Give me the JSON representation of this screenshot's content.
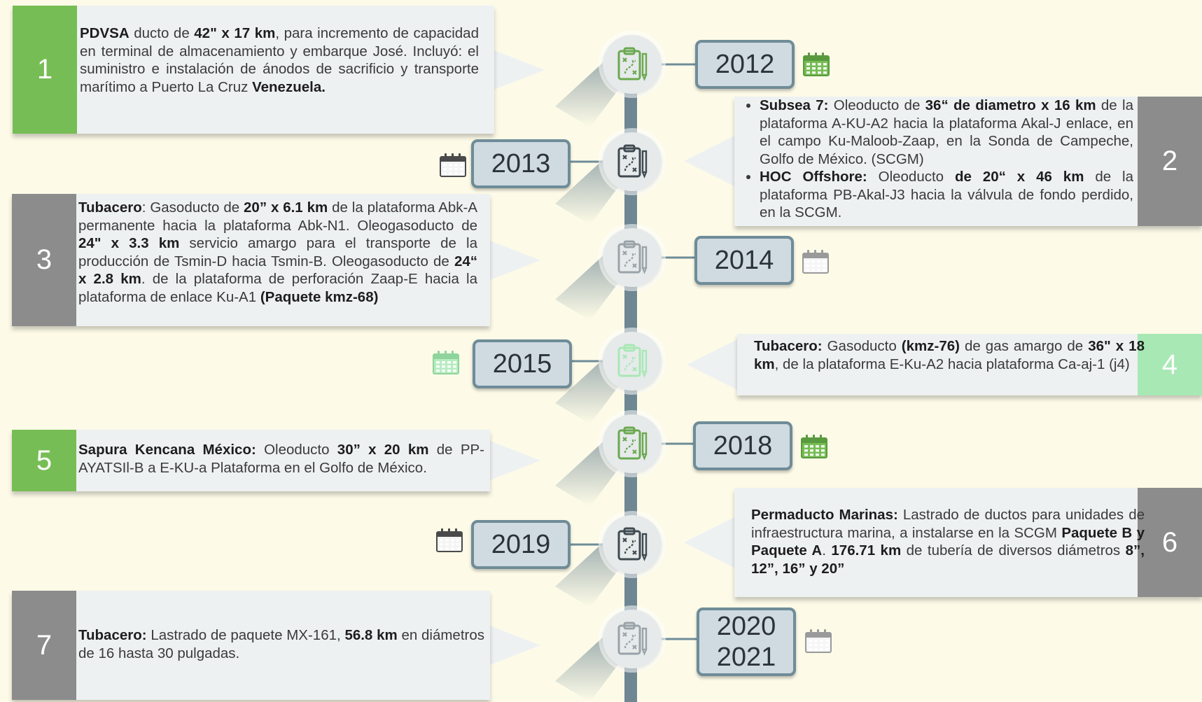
{
  "colors": {
    "green": "#77bd55",
    "grey": "#8c8c8c",
    "light_green": "#a8e8b4",
    "year_border": "#6f8c98",
    "year_fill": "#cfdbe1",
    "card": "#eef1f2",
    "spine": "#6e8792"
  },
  "icons": {
    "node": "clipboard-plan-pencil-icon",
    "date": "calendar-icon"
  },
  "entries": [
    {
      "number": "1",
      "year": "2012",
      "parts": [
        {
          "b": "PDVSA"
        },
        {
          "t": " ducto de "
        },
        {
          "b": "42\" x 17 km"
        },
        {
          "t": ", para incremento de capacidad en terminal de almacenamiento y embarque José. Incluyó: el suministro e instalación de ánodos de sacrificio y transporte marítimo a Puerto La Cruz "
        },
        {
          "b": "Venezuela."
        }
      ]
    },
    {
      "number": "2",
      "year": "2013",
      "bullets": [
        [
          {
            "b": "Subsea 7:"
          },
          {
            "t": " Oleoducto de "
          },
          {
            "b": "36“ de diametro x 16 km"
          },
          {
            "t": " de la plataforma A-KU-A2 hacia la plataforma Akal-J enlace, en el campo Ku-Maloob-Zaap, en la Sonda de Campeche, Golfo de México. (SCGM)"
          }
        ],
        [
          {
            "b": "HOC Offshore:"
          },
          {
            "t": " Oleoducto "
          },
          {
            "b": "de 20“ x 46 km"
          },
          {
            "t": " de la plataforma PB-Akal-J3 hacia la válvula de fondo perdido, en la SCGM."
          }
        ]
      ]
    },
    {
      "number": "3",
      "year": "2014",
      "parts": [
        {
          "b": "Tubacero"
        },
        {
          "t": ": Gasoducto de "
        },
        {
          "b": "20” x 6.1 km"
        },
        {
          "t": " de la plataforma Abk-A permanente hacia la plataforma Abk-N1. Oleogasoducto de "
        },
        {
          "b": "24\" x 3.3 km"
        },
        {
          "t": " servicio amargo para el transporte de la producción de Tsmin-D hacia Tsmin-B. Oleogasoducto de "
        },
        {
          "b": "24“ x 2.8 km"
        },
        {
          "t": ". de la plataforma de perforación Zaap-E hacia la plataforma de enlace Ku-A1 "
        },
        {
          "b": "(Paquete kmz-68)"
        }
      ]
    },
    {
      "number": "4",
      "year": "2015",
      "parts": [
        {
          "b": "Tubacero: "
        },
        {
          "t": "Gasoducto "
        },
        {
          "b": "(kmz-76)"
        },
        {
          "t": " de gas amargo de "
        },
        {
          "b": "36\" x 18 km"
        },
        {
          "t": ", de la plataforma E-Ku-A2 hacia plataforma Ca-aj-1 (j4)"
        }
      ]
    },
    {
      "number": "5",
      "year": "2018",
      "parts": [
        {
          "b": "Sapura Kencana México:"
        },
        {
          "t": " Oleoducto "
        },
        {
          "b": "30” x 20 km"
        },
        {
          "t": " de PP-AYATSIl-B a E-KU-a Plataforma en el Golfo de México."
        }
      ]
    },
    {
      "number": "6",
      "year": "2019",
      "parts": [
        {
          "b": "Permaducto Marinas:"
        },
        {
          "t": " Lastrado de ductos para unidades de infraestructura marina, a instalarse en la SCGM "
        },
        {
          "b": "Paquete B y Paquete A"
        },
        {
          "t": ". "
        },
        {
          "b": "176.71 km"
        },
        {
          "t": " de tubería de diversos diámetros "
        },
        {
          "b": "8”, 12”, 16” y 20”"
        }
      ]
    },
    {
      "number": "7",
      "year": "2020\n2021",
      "parts": [
        {
          "b": "Tubacero:"
        },
        {
          "t": " Lastrado de paquete MX-161, "
        },
        {
          "b": "56.8 km"
        },
        {
          "t": " en diámetros de 16 hasta 30 pulgadas."
        }
      ]
    }
  ]
}
